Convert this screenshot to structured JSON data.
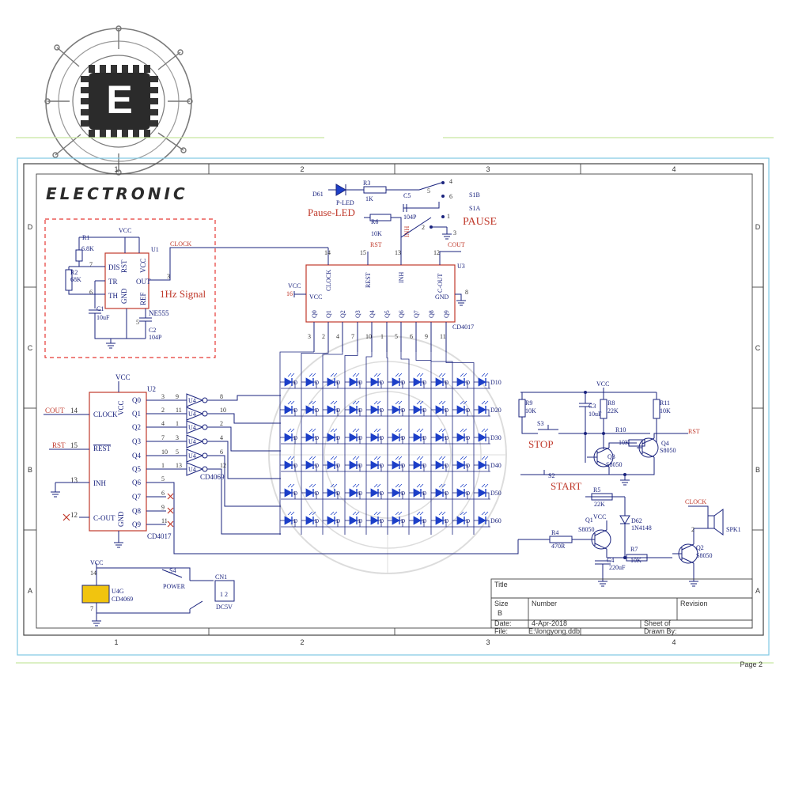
{
  "page": {
    "footer_label": "Page 2"
  },
  "logo": {
    "letter": "E",
    "brand_text": "ELECTRONIC"
  },
  "border": {
    "col_labels": [
      "1",
      "2",
      "3",
      "4"
    ],
    "row_labels": [
      "D",
      "C",
      "B",
      "A"
    ]
  },
  "oscillator": {
    "caption": "1Hz Signal",
    "chip_ref": "U1",
    "chip_part": "NE555",
    "pins": {
      "dis": "DIS",
      "tr": "TR",
      "th": "TH",
      "rst": "RST",
      "vcc": "VCC",
      "out": "OUT",
      "gnd": "GND",
      "ref": "REF"
    },
    "pin_nums": {
      "dis": "7",
      "th": "6",
      "out": "3",
      "ref": "5"
    },
    "r1_ref": "R1",
    "r1_val": "6.8K",
    "r2_ref": "R2",
    "r2_val": "68K",
    "c1_ref": "C1",
    "c1_val": "10uF",
    "c2_ref": "C2",
    "c2_val": "104P",
    "vcc": "VCC",
    "clock_net": "CLOCK"
  },
  "counter_top": {
    "ref": "U3",
    "part": "CD4017",
    "pins": {
      "clock": "CLOCK",
      "rest": "REST",
      "inh": "INH",
      "cout": "C-OUT",
      "vcc": "VCC",
      "gnd": "GND"
    },
    "pin_nums": {
      "clock": "14",
      "rest": "15",
      "inh": "13",
      "cout": "12",
      "vcc": "16",
      "gnd": "8"
    },
    "outputs": [
      "Q0",
      "Q1",
      "Q2",
      "Q3",
      "Q4",
      "Q5",
      "Q6",
      "Q7",
      "Q8",
      "Q9"
    ],
    "output_pins": [
      "3",
      "2",
      "4",
      "7",
      "10",
      "1",
      "5",
      "6",
      "9",
      "11"
    ],
    "vcc": "VCC",
    "net_rst": "RST",
    "net_inh": "INH",
    "net_cout": "COUT"
  },
  "pause": {
    "led_ref": "D61",
    "led_part": "P-LED",
    "led_caption": "Pause-LED",
    "r3_ref": "R3",
    "r3_val": "1K",
    "r6_ref": "R6",
    "r6_val": "10K",
    "c5_ref": "C5",
    "c5_val": "104P",
    "s1b": "S1B",
    "s1a": "S1A",
    "caption": "PAUSE",
    "sw_pins": [
      "4",
      "5",
      "6",
      "1",
      "2",
      "3"
    ]
  },
  "counter_left": {
    "ref": "U2",
    "part": "CD4017",
    "pins": {
      "clock": "CLOCK",
      "rest": "REST",
      "inh": "INH",
      "cout": "C-OUT",
      "vcc": "VCC",
      "gnd": "GND"
    },
    "net_cout": "COUT",
    "net_rst": "RST",
    "pin_nums": {
      "clock": "14",
      "rest": "15",
      "inh": "13",
      "cout": "12"
    },
    "outputs": [
      "Q0",
      "Q1",
      "Q2",
      "Q3",
      "Q4",
      "Q5",
      "Q6",
      "Q7",
      "Q8",
      "Q9"
    ],
    "output_pins": [
      "3",
      "2",
      "4",
      "7",
      "10",
      "1",
      "5",
      "6",
      "9",
      "11"
    ],
    "vcc": "VCC"
  },
  "inverters": {
    "labels": [
      "U4",
      "U4",
      "U4",
      "U4",
      "U4",
      "U4"
    ],
    "in_pins": [
      "9",
      "11",
      "1",
      "3",
      "5",
      "13"
    ],
    "out_pins": [
      "8",
      "10",
      "2",
      "4",
      "6",
      "12"
    ],
    "part": "CD4069"
  },
  "matrix": {
    "row_labels": [
      "D10",
      "D20",
      "D30",
      "D40",
      "D50",
      "D60"
    ],
    "cell_prefix": "D"
  },
  "control": {
    "r9_ref": "R9",
    "r9_val": "10K",
    "r11_ref": "R11",
    "r11_val": "10K",
    "c3_ref": "C3",
    "c3_val": "10uF",
    "r8_ref": "R8",
    "r8_val": "22K",
    "r10_ref": "R10",
    "r10_val": "10K",
    "s3": "S3",
    "s3_caption": "STOP",
    "s2": "S2",
    "s2_caption": "START",
    "q3_ref": "Q3",
    "q3_part": "S8050",
    "q4_ref": "Q4",
    "q4_part": "S8050",
    "r5_ref": "R5",
    "r5_val": "22K",
    "q1_ref": "Q1",
    "q1_part": "S8050",
    "d62_ref": "D62",
    "d62_part": "1N4148",
    "r4_ref": "R4",
    "r4_val": "470R",
    "c4_ref": "C4",
    "c4_val": "220uF",
    "r7_ref": "R7",
    "r7_val": "10K",
    "q2_ref": "Q2",
    "q2_part": "S8050",
    "spk_ref": "SPK1",
    "clock_net": "CLOCK",
    "spk_pin": "2",
    "vcc": "VCC",
    "rst_net": "RST"
  },
  "power": {
    "vcc": "VCC",
    "u4g": "U4G",
    "u4g_part": "CD4069",
    "s4": "S4",
    "s4_caption": "POWER",
    "cn1": "CN1",
    "cn1_pins": "1 2",
    "cn1_part": "DC5V",
    "pin14": "14",
    "pin7": "7"
  },
  "title_block": {
    "title_label": "Title",
    "size_label": "Size",
    "size_value": "B",
    "number_label": "Number",
    "revision_label": "Revision",
    "date_label": "Date:",
    "date_value": "4-Apr-2018",
    "file_label": "File:",
    "file_value": "E:\\longyong.ddb",
    "sheet_label": "Sheet   of",
    "drawn_label": "Drawn By:"
  },
  "colors": {
    "wire": "#1a237e",
    "pin_red": "#c0392b",
    "led_blue": "#1c3fc8",
    "dashed_red": "#e53935",
    "frame": "#444444",
    "accent_line": "#c8e6a0",
    "frame_outer": "#7ec8e3",
    "ground": "#2e7d32"
  }
}
